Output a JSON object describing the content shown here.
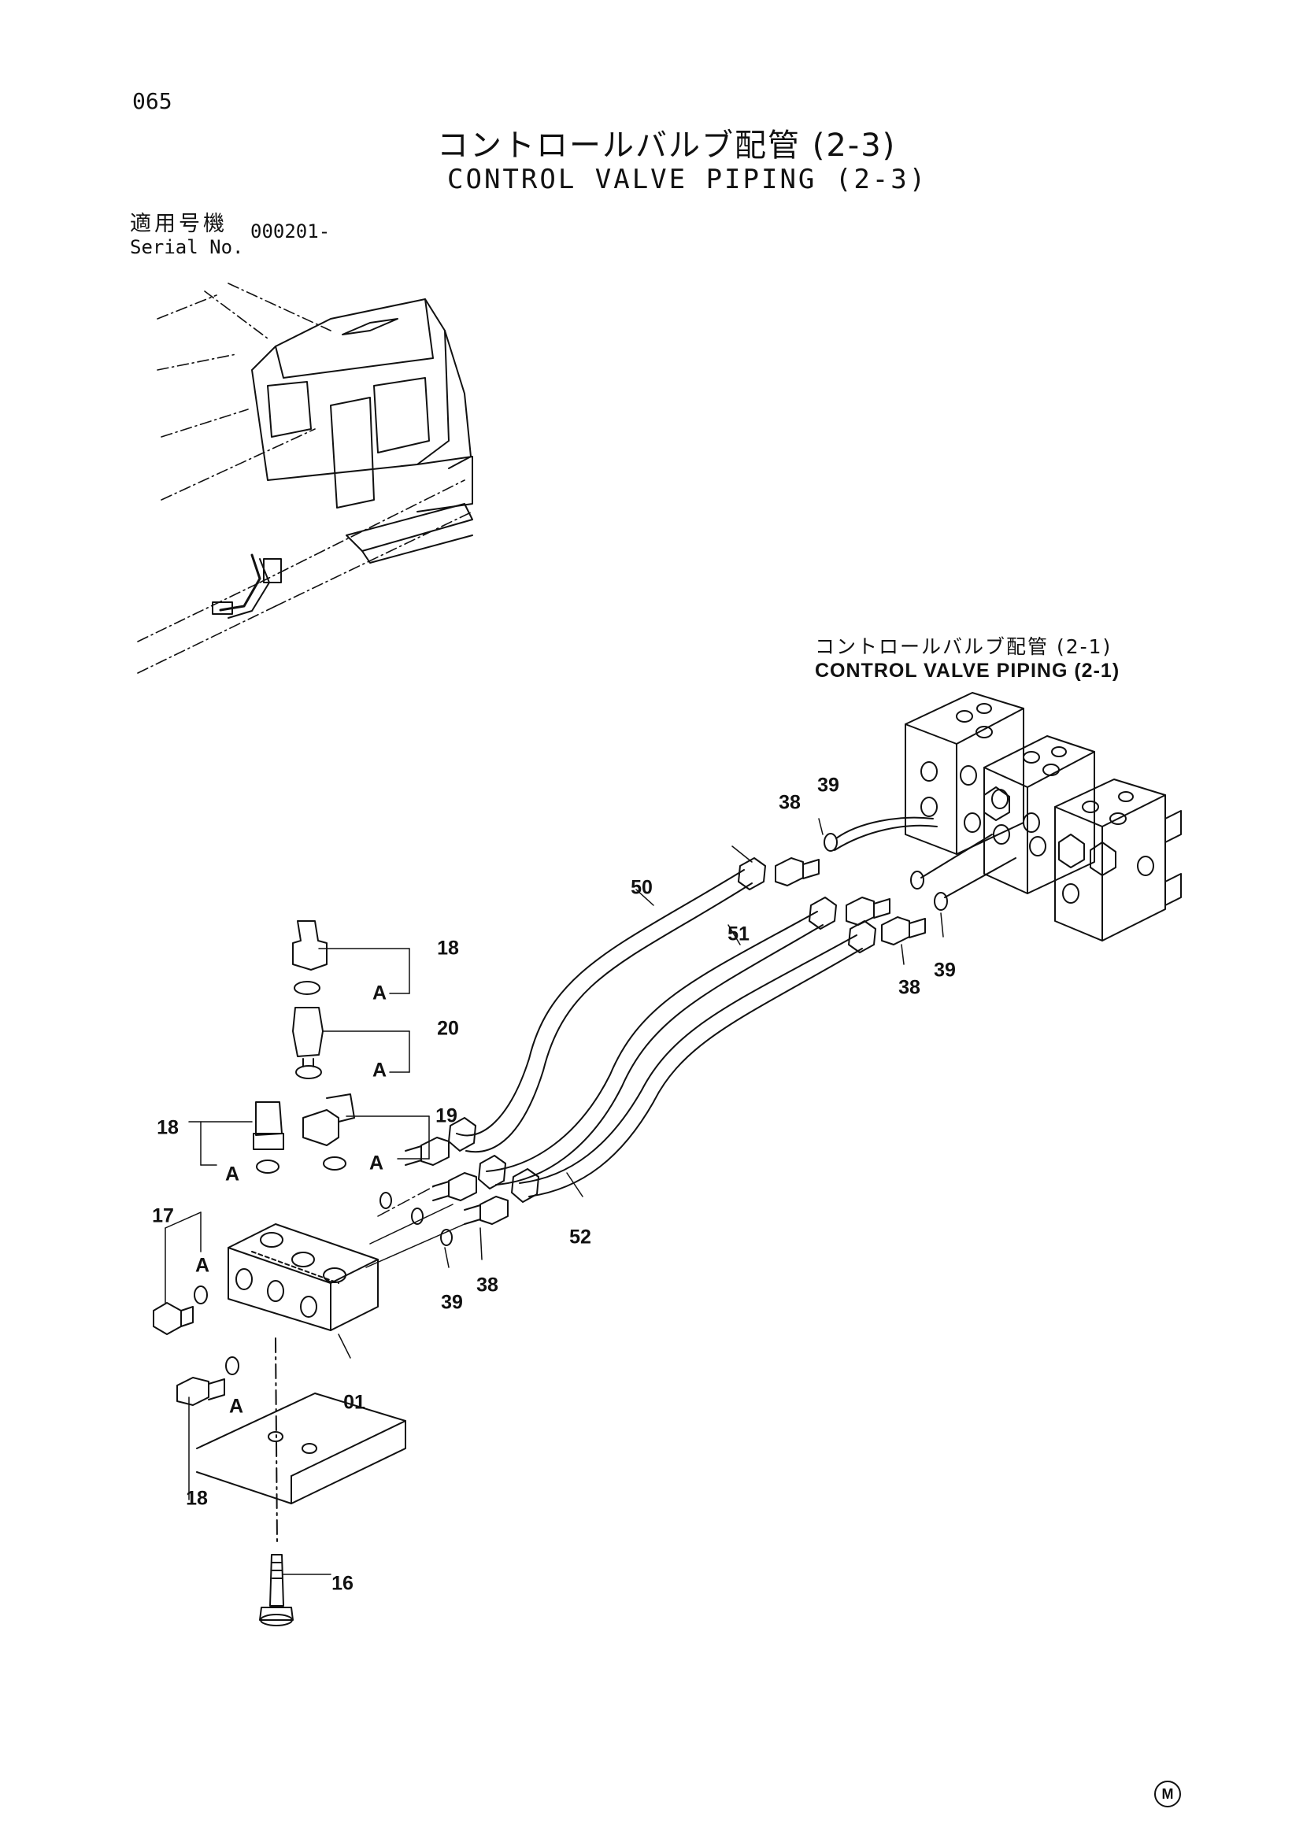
{
  "page_number": "065",
  "title_ja": "コントロールバルブ配管 (2-3)",
  "title_en": "CONTROL VALVE PIPING (2-3)",
  "serial_label_ja": "適用号機",
  "serial_label_en": "Serial No.",
  "serial_value": "000201-",
  "reference": {
    "ja": "コントロールバルブ配管 (2-1)",
    "en": "CONTROL VALVE PIPING (2-1)"
  },
  "maker_mark": "M",
  "callouts": {
    "c50": "50",
    "c51": "51",
    "c52": "52",
    "c38a": "38",
    "c39a": "39",
    "c38b": "38",
    "c39b": "39",
    "c38c": "38",
    "c39c": "39",
    "c18a": "18",
    "c20": "20",
    "c19": "19",
    "c18b": "18",
    "c18c": "18",
    "c17": "17",
    "c16": "16",
    "c01": "01",
    "a1": "A",
    "a2": "A",
    "a3": "A",
    "a4": "A",
    "a5": "A",
    "a6": "A"
  },
  "colors": {
    "ink": "#111111",
    "background": "#ffffff"
  }
}
